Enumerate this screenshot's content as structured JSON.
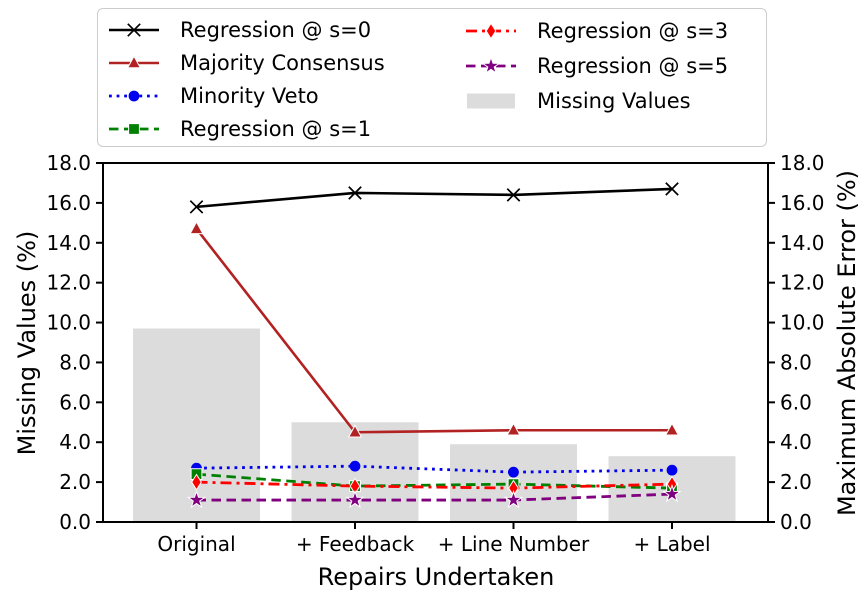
{
  "chart_data": {
    "type": "line+bar",
    "categories": [
      "Original",
      "+ Feedback",
      "+ Line Number",
      "+ Label"
    ],
    "xlabel": "Repairs Undertaken",
    "ylabel_left": "Missing Values (%)",
    "ylabel_right": "Maximum Absolute Error (%)",
    "ylim": [
      0,
      18
    ],
    "ytick_step": 2,
    "yticks": [
      "0.0",
      "2.0",
      "4.0",
      "6.0",
      "8.0",
      "10.0",
      "12.0",
      "14.0",
      "16.0",
      "18.0"
    ],
    "grid": "off",
    "bar_series": {
      "name": "Missing Values",
      "values": [
        9.7,
        5.0,
        3.9,
        3.3
      ],
      "color": "#dcdcdc"
    },
    "series": [
      {
        "name": "Regression @ s=0",
        "color": "#000000",
        "linestyle": "solid",
        "marker": "x",
        "values": [
          15.8,
          16.5,
          16.4,
          16.7
        ]
      },
      {
        "name": "Majority Consensus",
        "color": "#b22222",
        "linestyle": "solid",
        "marker": "triangle",
        "values": [
          14.7,
          4.5,
          4.6,
          4.6
        ]
      },
      {
        "name": "Minority Veto",
        "color": "#0000ee",
        "linestyle": "dotted",
        "marker": "circle",
        "values": [
          2.7,
          2.8,
          2.5,
          2.6
        ]
      },
      {
        "name": "Regression @ s=1",
        "color": "#008000",
        "linestyle": "dashed",
        "marker": "square",
        "values": [
          2.4,
          1.8,
          1.9,
          1.7
        ]
      },
      {
        "name": "Regression @ s=3",
        "color": "#ff0000",
        "linestyle": "dashdot",
        "marker": "diamond",
        "values": [
          2.0,
          1.8,
          1.7,
          1.9
        ]
      },
      {
        "name": "Regression @ s=5",
        "color": "#800080",
        "linestyle": "dashed",
        "marker": "star",
        "values": [
          1.1,
          1.1,
          1.1,
          1.4
        ]
      }
    ],
    "legend": {
      "position": "top",
      "ncol_split": 4,
      "items": [
        {
          "label": "Regression @ s=0",
          "swatch": "line",
          "color": "#000000",
          "linestyle": "solid",
          "marker": "x"
        },
        {
          "label": "Majority Consensus",
          "swatch": "line",
          "color": "#b22222",
          "linestyle": "solid",
          "marker": "triangle"
        },
        {
          "label": "Minority Veto",
          "swatch": "line",
          "color": "#0000ee",
          "linestyle": "dotted",
          "marker": "circle"
        },
        {
          "label": "Regression @ s=1",
          "swatch": "line",
          "color": "#008000",
          "linestyle": "dashed",
          "marker": "square"
        },
        {
          "label": "Regression @ s=3",
          "swatch": "line",
          "color": "#ff0000",
          "linestyle": "dashdot",
          "marker": "diamond"
        },
        {
          "label": "Regression @ s=5",
          "swatch": "line",
          "color": "#800080",
          "linestyle": "dashed",
          "marker": "star"
        },
        {
          "label": "Missing Values",
          "swatch": "patch",
          "color": "#dcdcdc"
        }
      ]
    },
    "axis_color": "#000000"
  }
}
